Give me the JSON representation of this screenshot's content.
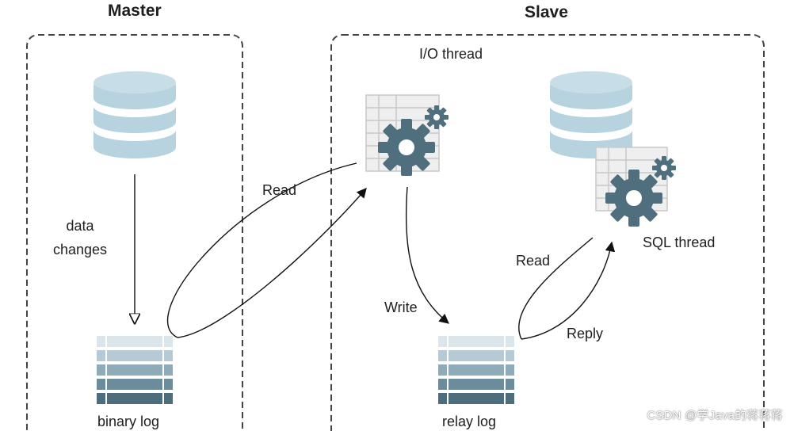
{
  "master": {
    "title": "Master",
    "data_changes_label": "data\nchanges",
    "binary_log_label": "binary log"
  },
  "slave": {
    "title": "Slave",
    "io_thread_label": "I/O thread",
    "sql_thread_label": "SQL thread",
    "relay_log_label": "relay log"
  },
  "arrows": {
    "read_master": "Read",
    "write_relay": "Write",
    "read_relay": "Read",
    "reply": "Reply"
  },
  "watermark": "CSDN @学Java的蒋蒋蒋",
  "colors": {
    "db_light": "#b7d3df",
    "db_stripe": "#ffffff",
    "gear": "#4f6e7e",
    "grid": "#c8c8c8",
    "border": "#444444"
  }
}
